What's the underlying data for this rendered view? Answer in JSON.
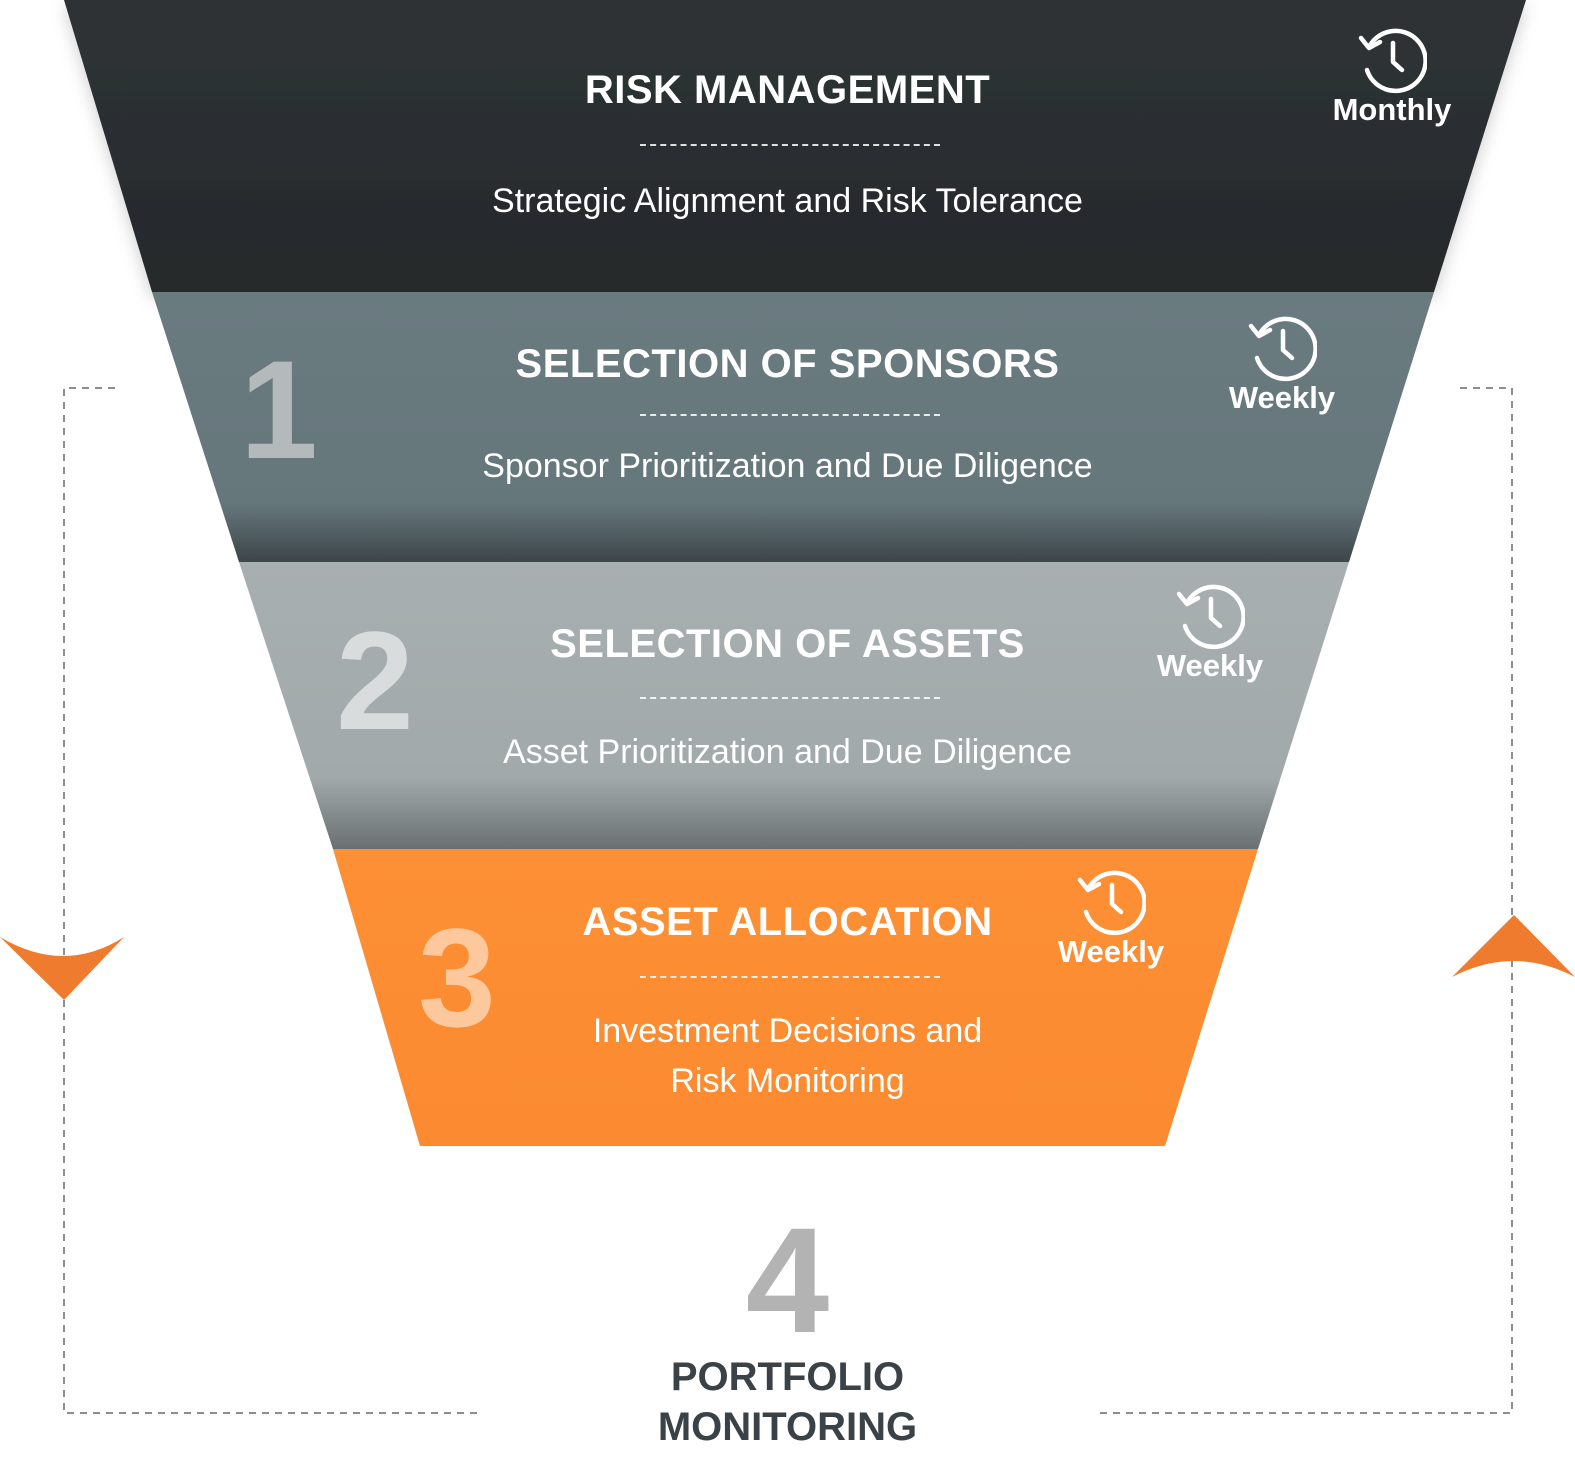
{
  "colors": {
    "layer_dark": "#2c3033",
    "layer_slate": "#67787d",
    "layer_grey": "#a5acad",
    "layer_orange": "#fb8b32",
    "arrow_orange": "#ee7b2e",
    "number_slate": "#b4b9bb",
    "number_grey": "#d8dcdc",
    "number_orange": "#fdc89c",
    "number_portfolio": "#b3b3b3",
    "text_dark": "#3a4247",
    "loop_dash": "#8a8f92"
  },
  "layers": [
    {
      "title": "RISK MANAGEMENT",
      "subtitle": "Strategic Alignment and Risk Tolerance",
      "frequency": "Monthly"
    },
    {
      "number": "1",
      "title": "SELECTION OF SPONSORS",
      "subtitle": "Sponsor Prioritization and Due Diligence",
      "frequency": "Weekly"
    },
    {
      "number": "2",
      "title": "SELECTION OF ASSETS",
      "subtitle": "Asset Prioritization and Due Diligence",
      "frequency": "Weekly"
    },
    {
      "number": "3",
      "title": "ASSET ALLOCATION",
      "subtitle_line1": "Investment Decisions and",
      "subtitle_line2": "Risk Monitoring",
      "frequency": "Weekly"
    }
  ],
  "portfolio": {
    "number": "4",
    "title_line1": "PORTFOLIO",
    "title_line2": "MONITORING"
  },
  "icons": {
    "frequency": "clock-history-icon",
    "loop_left": "down-arrow-icon",
    "loop_right": "up-arrow-icon"
  }
}
